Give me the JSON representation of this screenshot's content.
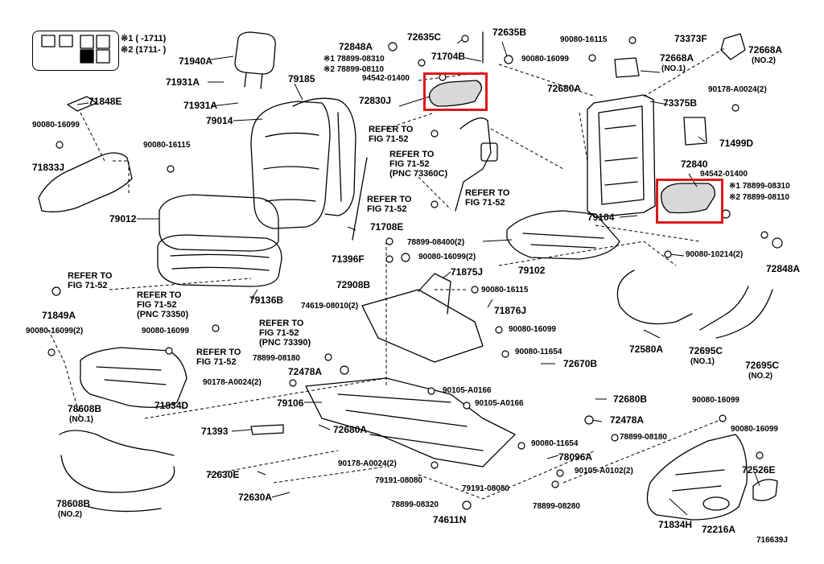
{
  "legend": {
    "note1": "※1 (    -1711)",
    "note2": "※2 (1711-    )"
  },
  "figure_id": "716639J",
  "refs": [
    "REFER TO\nFIG 71-52",
    "REFER TO\nFIG 71-52\n(PNC 73360C)",
    "REFER TO\nFIG 71-52",
    "REFER TO\nFIG 71-52",
    "REFER TO\nFIG 71-52",
    "REFER TO\nFIG 71-52\n(PNC 73350)",
    "REFER TO\nFIG 71-52",
    "REFER TO\nFIG 71-52\n(PNC 73390)"
  ],
  "parts": {
    "p72848A_a": "72848A",
    "p78899_08310_a": "※1 78899-08310",
    "p78899_08110_a": "※2 78899-08110",
    "p94542_a": "94542-01400",
    "p72830J": "72830J",
    "p72635C": "72635C",
    "p72635B": "72635B",
    "p71704B": "71704B",
    "p90080_16115_a": "90080-16115",
    "p73373F": "73373F",
    "p72668A_1": "72668A",
    "p72668A_1n": "(NO.1)",
    "p72668A_2": "72668A",
    "p72668A_2n": "(NO.2)",
    "p90080_16099_a": "90080-16099",
    "p72680A_a": "72680A",
    "p73375B": "73375B",
    "p90178_A0024_a": "90178-A0024(2)",
    "p71499D": "71499D",
    "p72840": "72840",
    "p94542_b": "94542-01400",
    "p78899_08310_b": "※1 78899-08310",
    "p78899_08110_b": "※2 78899-08110",
    "p79104": "79104",
    "p72848A_b": "72848A",
    "p90080_10214": "90080-10214(2)",
    "p71940A": "71940A",
    "p71931A_a": "71931A",
    "p71931A_b": "71931A",
    "p79185": "79185",
    "p79014": "79014",
    "p71848E": "71848E",
    "p90080_16099_b": "90080-16099",
    "p90080_16115_b": "90080-16115",
    "p71833J": "71833J",
    "p79012": "79012",
    "p71708E": "71708E",
    "p78899_08400": "78899-08400(2)",
    "p71396F": "71396F",
    "p90080_16099_c": "90080-16099(2)",
    "p79102": "79102",
    "p71875J": "71875J",
    "p90080_16115_c": "90080-16115",
    "p72908B": "72908B",
    "p74619_08010": "74619-08010(2)",
    "p71876J": "71876J",
    "p90080_16099_d": "90080-16099",
    "p79136B": "79136B",
    "p71849A": "71849A",
    "p90080_16099_e": "90080-16099(2)",
    "p90080_16099_f": "90080-16099",
    "p71834D": "71834D",
    "p78899_08180_a": "78899-08180",
    "p72478A_a": "72478A",
    "p90080_11654_a": "90080-11654",
    "p72670B": "72670B",
    "p90178_A0024_b": "90178-A0024(2)",
    "p79106": "79106",
    "p90105_A0166_a": "90105-A0166",
    "p90105_A0166_b": "90105-A0166",
    "p72580A": "72580A",
    "p72695C_1": "72695C",
    "p72695C_1n": "(NO.1)",
    "p72695C_2": "72695C",
    "p72695C_2n": "(NO.2)",
    "p78608B_1": "78608B",
    "p78608B_1n": "(NO.1)",
    "p71393": "71393",
    "p72680A_b": "72680A",
    "p72680B": "72680B",
    "p72478A_b": "72478A",
    "p90080_16099_g": "90080-16099",
    "p90080_16099_h": "90080-16099",
    "p78899_08180_b": "78899-08180",
    "p90080_11654_b": "90080-11654",
    "p78096A": "78096A",
    "p90178_A0024_c": "90178-A0024(2)",
    "p90105_A0102": "90105-A0102(2)",
    "p72526E": "72526E",
    "p72630E": "72630E",
    "p79191_a": "79191-08080",
    "p79191_b": "79191-08080",
    "p72630A": "72630A",
    "p78899_08280": "78899-08280",
    "p78608B_2": "78608B",
    "p78608B_2n": "(NO.2)",
    "p78899_08320": "78899-08320",
    "p74611N": "74611N",
    "p71834H": "71834H",
    "p72216A": "72216A"
  }
}
